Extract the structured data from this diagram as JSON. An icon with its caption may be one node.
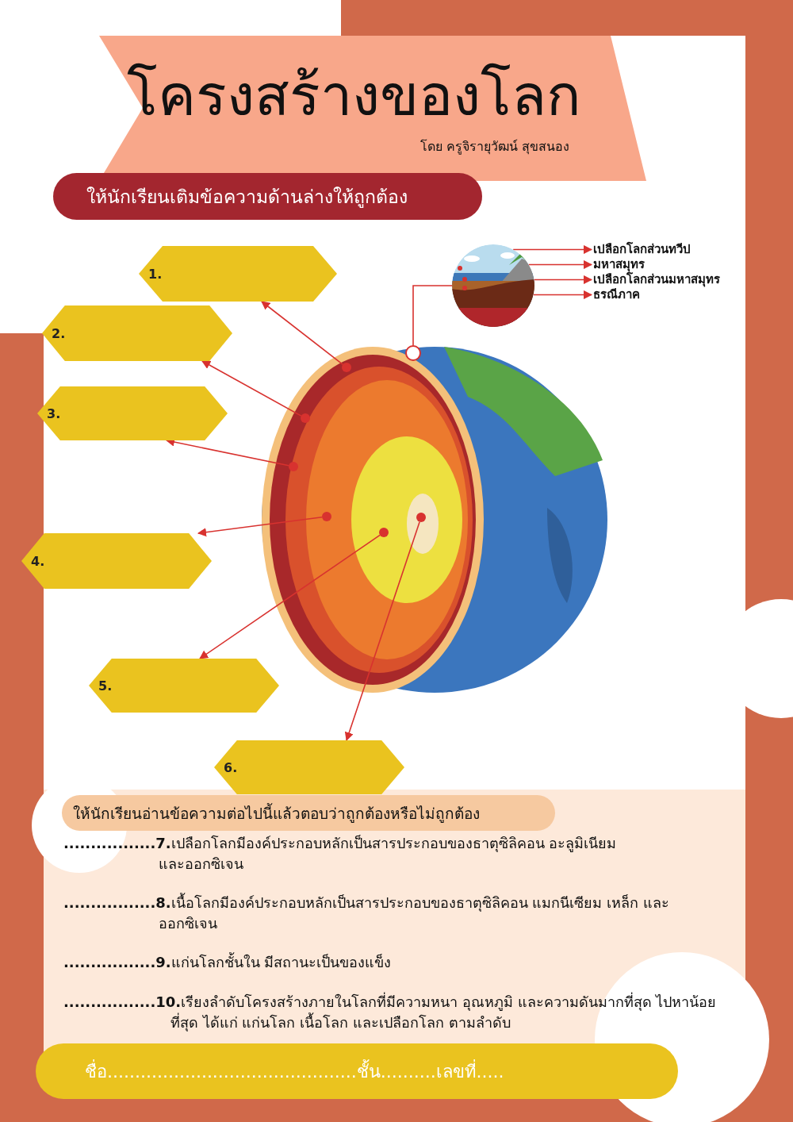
{
  "diagram": {
    "title": "โครงสร้างของโลก",
    "nodes": [
      {
        "text": [
          "ให้นักเรียนเติมข้อความด้านล่างให้ถูกต้อง"
        ]
      },
      {
        "text": [
          "1."
        ]
      },
      {
        "text": [
          "2."
        ]
      },
      {
        "text": [
          "3."
        ]
      },
      {
        "text": [
          "4."
        ]
      },
      {
        "text": [
          "5."
        ]
      },
      {
        "text": [
          "6."
        ]
      },
      {
        "text": [],
        "shape": "circle"
      },
      {
        "text": [],
        "shape": "circle"
      },
      {
        "text": [],
        "shape": "circle"
      },
      {
        "text": [],
        "shape": "circle"
      },
      {
        "text": [],
        "shape": "circle"
      },
      {
        "text": [],
        "shape": "circle"
      },
      {
        "text": [],
        "shape": "circle"
      },
      {
        "text": [],
        "shape": "picture"
      },
      {
        "text": [
          "เปลือกโลกส่วนทวีป"
        ]
      },
      {
        "text": [
          "มหาสมุทร"
        ]
      },
      {
        "text": [
          "เปลือกโลกส่วนมหาสมุทร"
        ]
      },
      {
        "text": [
          "ธรณีภาค"
        ]
      },
      {
        "text": [
          "ให้นักเรียนอ่านข้อความต่อไปนี้แล้วตอบว่าถูกต้องหรือไม่ถูกต้อง"
        ]
      },
      {
        "text": [
          "ชื่อ.............................................ชั้น..........เลขที่....."
        ]
      }
    ],
    "edges": [
      {
        "from": 7,
        "to": 1,
        "arrow": "to"
      },
      {
        "from": 8,
        "to": 2,
        "arrow": "to"
      },
      {
        "from": 9,
        "to": 3,
        "arrow": "to"
      },
      {
        "from": 10,
        "to": 4,
        "arrow": "to"
      },
      {
        "from": 11,
        "to": 5,
        "arrow": "to"
      },
      {
        "from": 12,
        "to": 6,
        "arrow": "to"
      },
      {
        "from": 13,
        "to": 14,
        "arrow": "none"
      },
      {
        "from": 14,
        "to": 15,
        "arrow": "to"
      },
      {
        "from": 14,
        "to": 16,
        "arrow": "to"
      },
      {
        "from": 14,
        "to": 17,
        "arrow": "to"
      },
      {
        "from": 14,
        "to": 18,
        "arrow": "to"
      }
    ],
    "labels": [
      "โดย ครูจิรายุวัฒน์ สุขสนอง",
      "**.................7.**เปลือกโลกมีองค์ประกอบหลักเป็นสารประกอบของธาตุซิลิคอน อะลูมิเนียม และออกซิเจน",
      "**.................8.**เนื้อโลกมีองค์ประกอบหลักเป็นสารประกอบของธาตุซิลิคอน แมกนีเซียม เหล็ก และออกซิเจน",
      "**.................9.**แก่นโลกชั้นใน มีสถานะเป็นของแข็ง",
      "**.................10.**เรียงลำดับโครงสร้างภายในโลกที่มีความหนา อุณหภูมิ และความดันมากที่สุด ไปหาน้อยที่สุด ได้แก่ แก่นโลก เนื้อโลก และเปลือกโลก ตามลำดับ"
    ]
  }
}
